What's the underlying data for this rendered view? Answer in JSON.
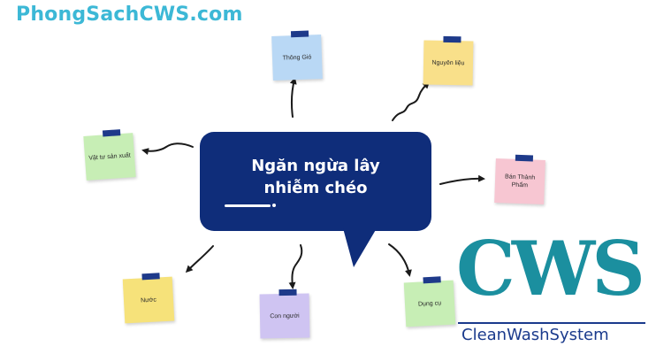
{
  "header": {
    "site_title": "PhongSachCWS.com"
  },
  "center": {
    "line1": "Ngăn ngừa lây",
    "line2": "nhiễm chéo"
  },
  "notes": [
    {
      "label": "Thông Gió",
      "color": "#b9d8f5"
    },
    {
      "label": "Nguyên liệu",
      "color": "#f9e08a"
    },
    {
      "label": "Vật tư sản xuất",
      "color": "#c7eeb5"
    },
    {
      "label": "Bán Thành Phẩm",
      "color": "#f7c6d2"
    },
    {
      "label": "Nước",
      "color": "#f6e27a"
    },
    {
      "label": "Con người",
      "color": "#cfc4f2"
    },
    {
      "label": "Dụng cụ",
      "color": "#c7eeb5"
    }
  ],
  "logo": {
    "letters": "CWS",
    "subtitle": "CleanWashSystem",
    "color": "#1b8f9f"
  }
}
